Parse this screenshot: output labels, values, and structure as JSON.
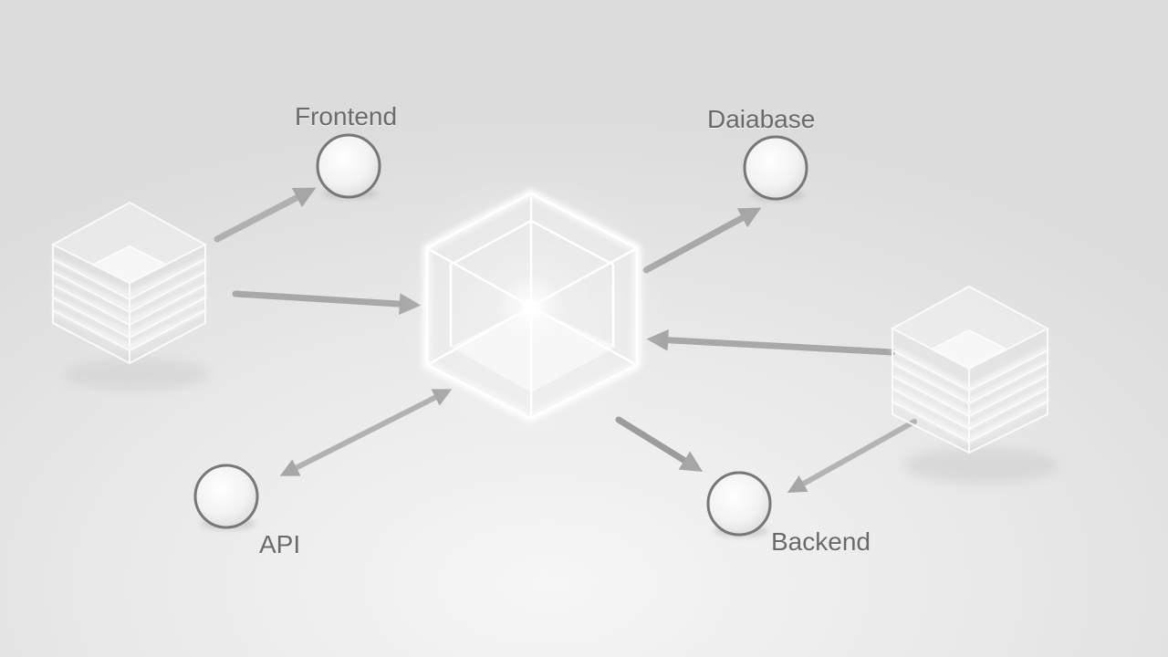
{
  "diagram": {
    "nodes": [
      {
        "id": "frontend",
        "label": "Frontend",
        "shape": "circle"
      },
      {
        "id": "database",
        "label": "Daiabase",
        "shape": "circle"
      },
      {
        "id": "api",
        "label": "API",
        "shape": "circle"
      },
      {
        "id": "backend",
        "label": "Backend",
        "shape": "circle"
      },
      {
        "id": "hub",
        "label": "",
        "shape": "glowing-cube"
      },
      {
        "id": "stack-left",
        "label": "",
        "shape": "stacked-cube"
      },
      {
        "id": "stack-right",
        "label": "",
        "shape": "stacked-cube"
      }
    ],
    "edges": [
      {
        "from": "stack-left",
        "to": "frontend",
        "direction": "forward"
      },
      {
        "from": "stack-left",
        "to": "hub",
        "direction": "forward"
      },
      {
        "from": "hub",
        "to": "database",
        "direction": "forward"
      },
      {
        "from": "stack-right",
        "to": "hub",
        "direction": "forward"
      },
      {
        "from": "hub",
        "to": "api",
        "direction": "both"
      },
      {
        "from": "hub",
        "to": "backend",
        "direction": "forward"
      },
      {
        "from": "stack-right",
        "to": "backend",
        "direction": "forward"
      }
    ],
    "colors": {
      "background": "#e6e6e6",
      "arrow": "#a8a8a8",
      "label": "#6a6a6a",
      "node_fill": "#f4f4f4",
      "node_stroke": "#7a7a7a"
    }
  }
}
